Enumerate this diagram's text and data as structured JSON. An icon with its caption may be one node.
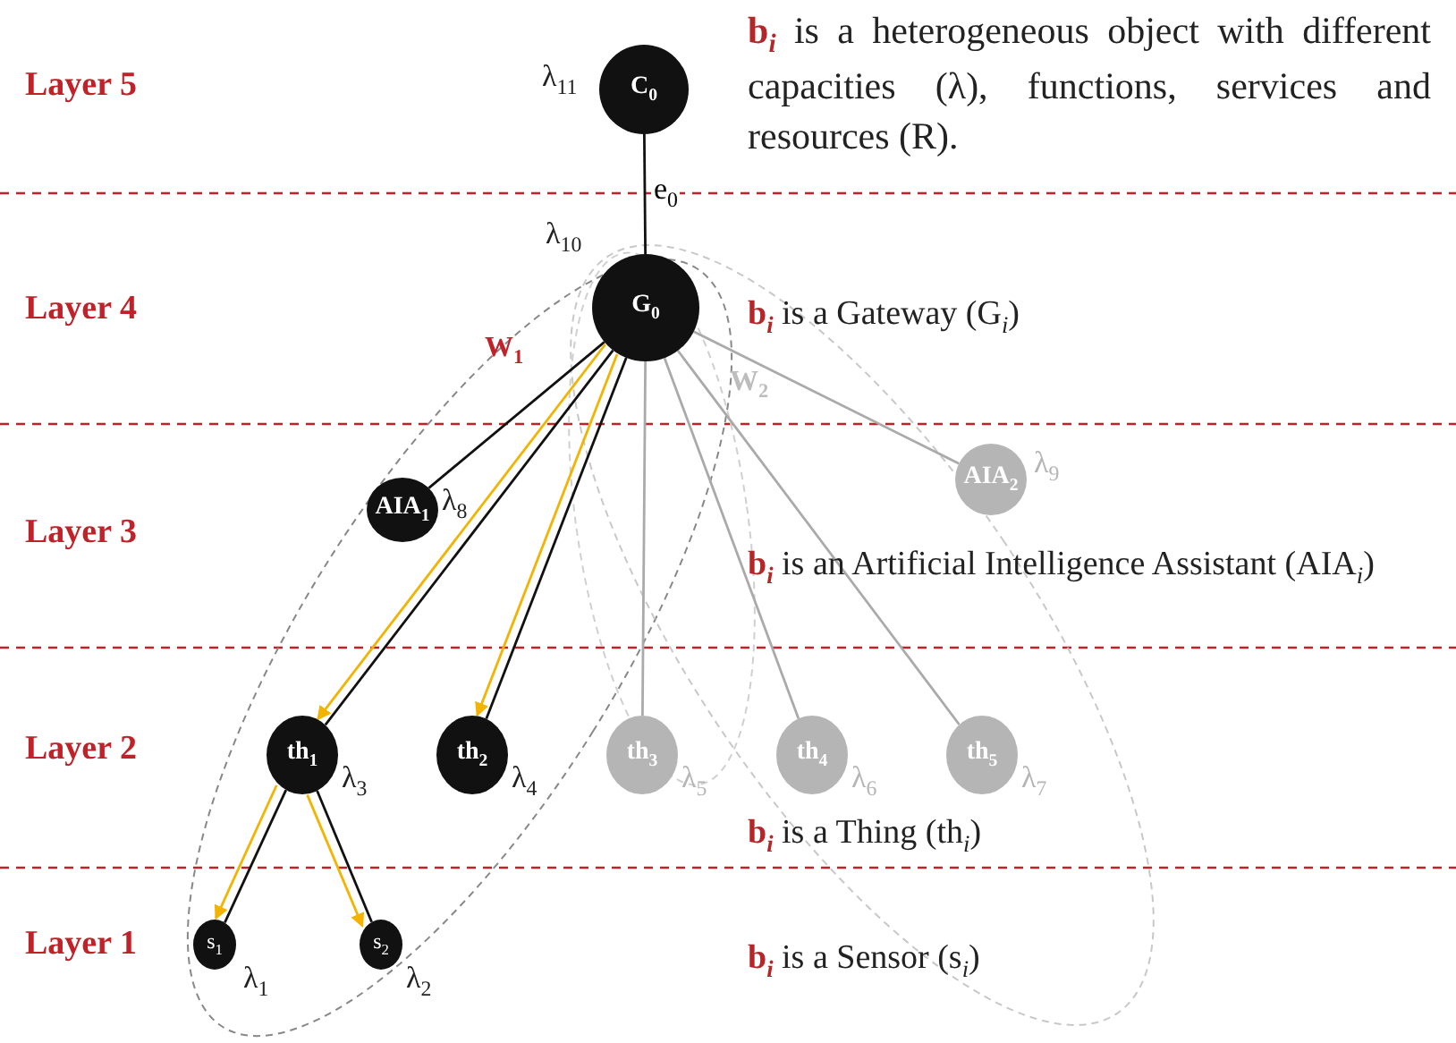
{
  "diagram": {
    "nodes": [
      {
        "text": [
          "C$_{0}$"
        ],
        "beside": [
          "λ$_{11}$"
        ]
      },
      {
        "text": [
          "G$_{0}$"
        ],
        "beside": [
          "λ$_{10}$"
        ]
      },
      {
        "text": [
          "AIA$_{1}$"
        ],
        "beside": [
          "λ$_{8}$"
        ]
      },
      {
        "text": [
          "AIA$_{2}$"
        ],
        "beside": [
          "λ$_{9}$"
        ]
      },
      {
        "text": [
          "th$_{1}$"
        ],
        "beside": [
          "λ$_{3}$"
        ]
      },
      {
        "text": [
          "th$_{2}$"
        ],
        "beside": [
          "λ$_{4}$"
        ]
      },
      {
        "text": [
          "th$_{3}$"
        ],
        "beside": [
          "λ$_{5}$"
        ]
      },
      {
        "text": [
          "th$_{4}$"
        ],
        "beside": [
          "λ$_{6}$"
        ]
      },
      {
        "text": [
          "th$_{5}$"
        ],
        "beside": [
          "λ$_{7}$"
        ]
      },
      {
        "text": [
          "s$_{1}$"
        ],
        "beside": [
          "λ$_{1}$"
        ]
      },
      {
        "text": [
          "s$_{2}$"
        ],
        "beside": [
          "λ$_{2}$"
        ]
      }
    ],
    "edges": [
      {
        "from": 0,
        "to": 1,
        "arrow": "none",
        "label": "e$_{0}$"
      },
      {
        "from": 1,
        "to": 2,
        "arrow": "none"
      },
      {
        "from": 1,
        "to": 3,
        "arrow": "none",
        "color": "#aaaaaa"
      },
      {
        "from": 1,
        "to": 4,
        "arrow": "none"
      },
      {
        "from": 1,
        "to": 5,
        "arrow": "none"
      },
      {
        "from": 1,
        "to": 6,
        "arrow": "none",
        "color": "#aaaaaa"
      },
      {
        "from": 1,
        "to": 7,
        "arrow": "none",
        "color": "#aaaaaa"
      },
      {
        "from": 1,
        "to": 8,
        "arrow": "none",
        "color": "#aaaaaa"
      },
      {
        "from": 4,
        "to": 9,
        "arrow": "none"
      },
      {
        "from": 4,
        "to": 10,
        "arrow": "none"
      },
      {
        "from": 1,
        "to": 4,
        "arrow": "to",
        "color": "#f2b400"
      },
      {
        "from": 1,
        "to": 5,
        "arrow": "to",
        "color": "#f2b400"
      },
      {
        "from": 4,
        "to": 9,
        "arrow": "to",
        "color": "#f2b400"
      },
      {
        "from": 4,
        "to": 10,
        "arrow": "to",
        "color": "#f2b400"
      }
    ],
    "labels": [
      "Layer 5",
      "Layer 4",
      "Layer 3",
      "Layer 2",
      "Layer 1",
      "**b**$_{i}$ is a heterogeneous object with different capacities (λ), functions, services and resources (R).",
      "**b**$_{i}$ is a Gateway (G$_{i}$)",
      "**b**$_{i}$ is an Artificial Intelligence Assistant (AIA$_{i}$)",
      "**b**$_{i}$ is a Thing (th$_{i}$)",
      "**b**$_{i}$ is a Sensor (s$_{i}$)",
      "W$_{1}$",
      "W$_{2}$"
    ]
  }
}
